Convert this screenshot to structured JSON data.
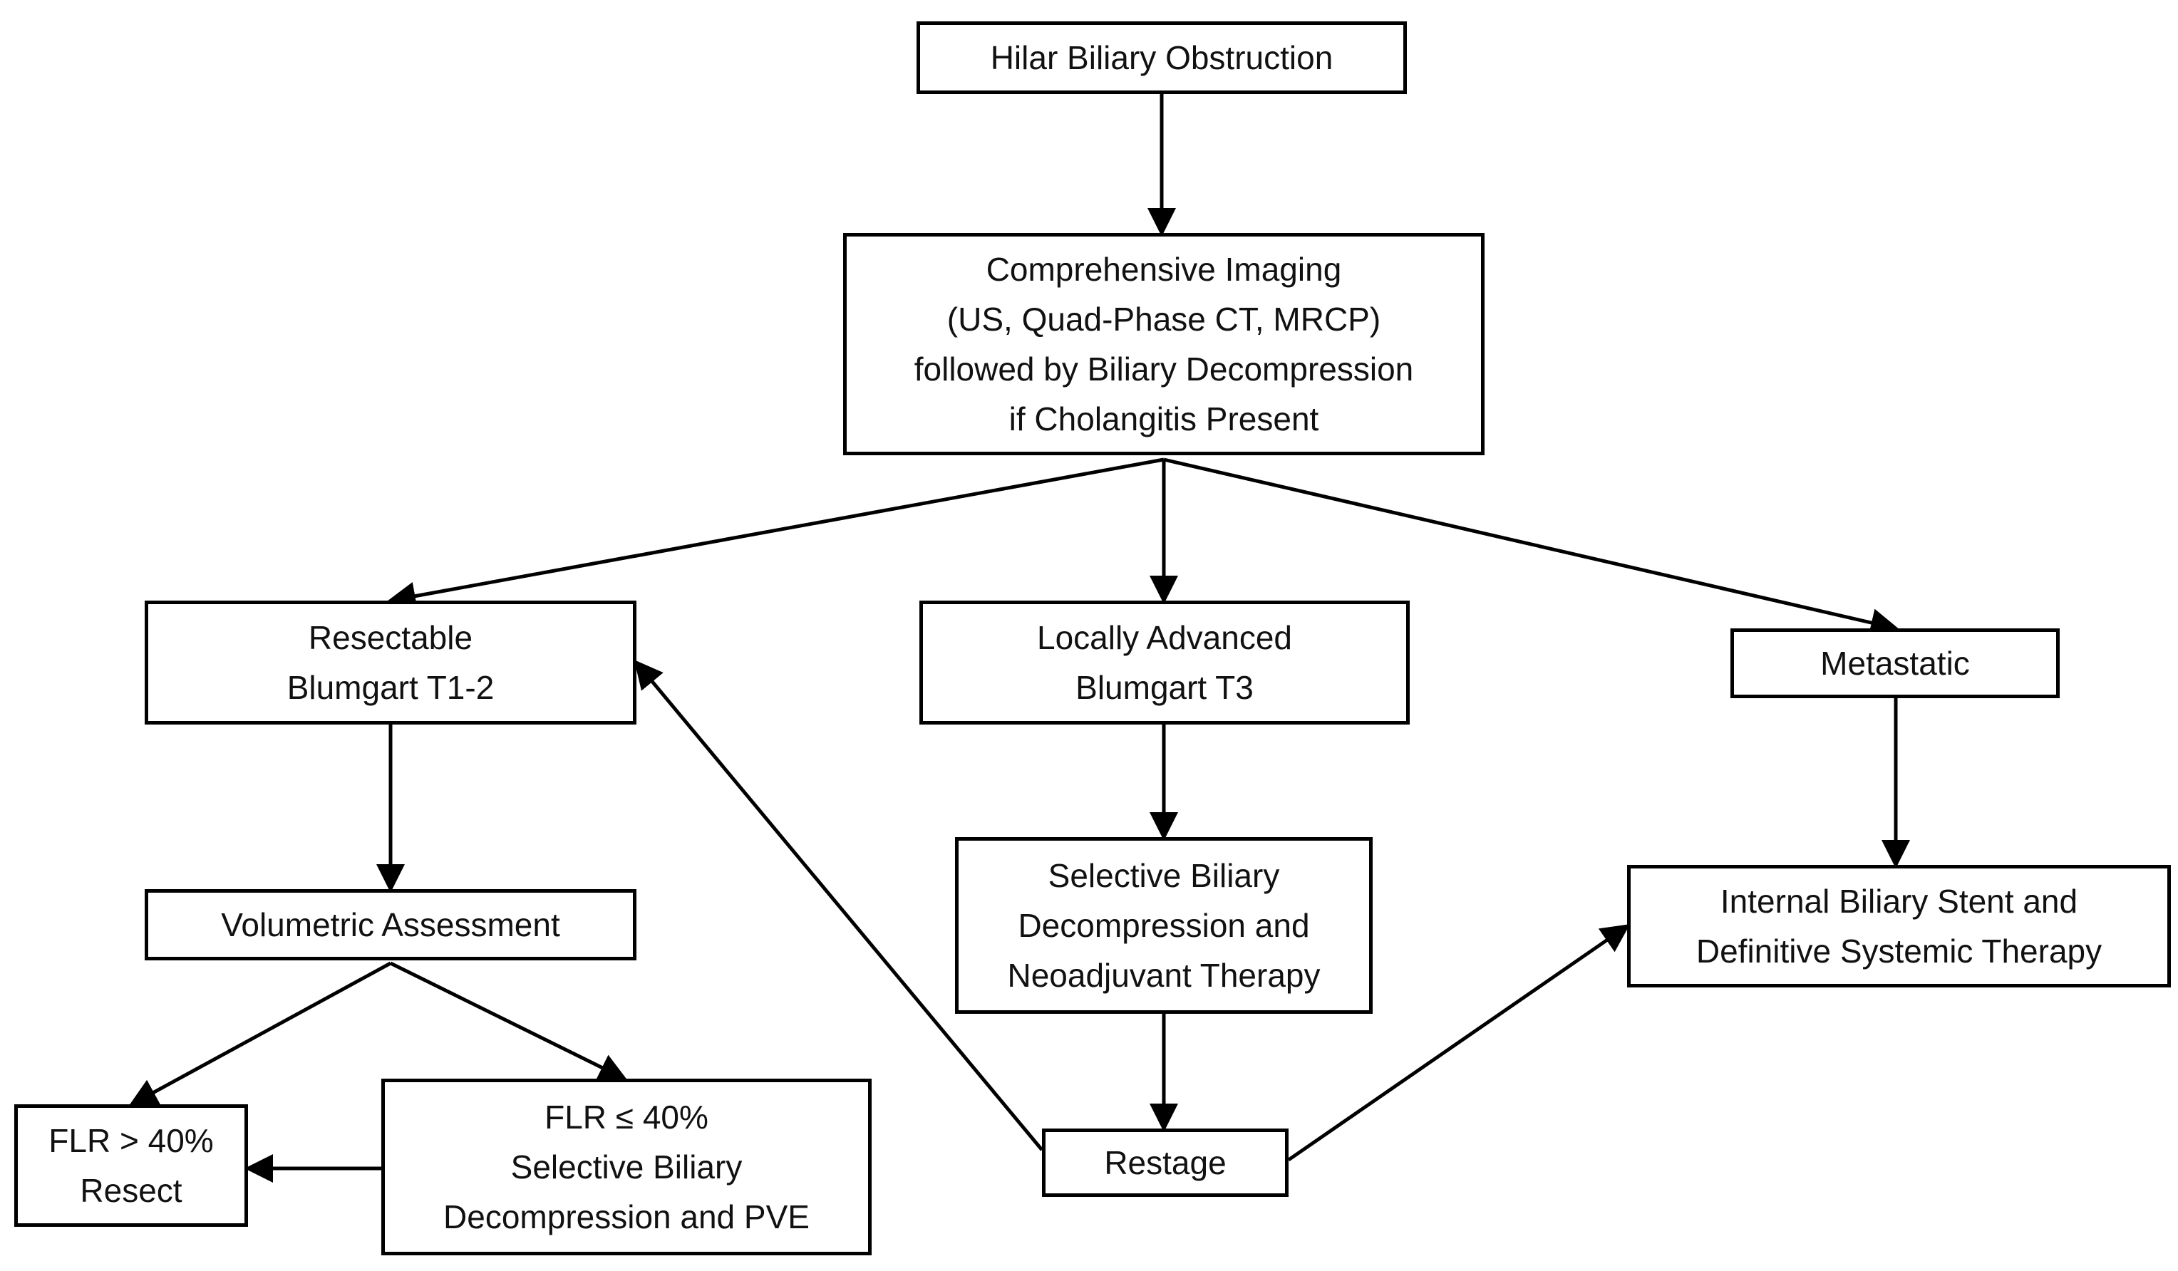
{
  "diagram": {
    "nodes": {
      "hilar": {
        "lines": [
          "Hilar Biliary Obstruction"
        ]
      },
      "imaging": {
        "lines": [
          "Comprehensive Imaging",
          "(US, Quad-Phase CT, MRCP)",
          "followed by Biliary Decompression",
          "if Cholangitis Present"
        ]
      },
      "resectable": {
        "lines": [
          "Resectable",
          "Blumgart T1-2"
        ]
      },
      "locally_advanced": {
        "lines": [
          "Locally Advanced",
          "Blumgart T3"
        ]
      },
      "metastatic": {
        "lines": [
          "Metastatic"
        ]
      },
      "volumetric": {
        "lines": [
          "Volumetric Assessment"
        ]
      },
      "selective_neoadjuvant": {
        "lines": [
          "Selective Biliary",
          "Decompression and",
          "Neoadjuvant Therapy"
        ]
      },
      "internal_stent": {
        "lines": [
          "Internal Biliary Stent and",
          "Definitive Systemic Therapy"
        ]
      },
      "flr_gt": {
        "lines": [
          "FLR > 40%",
          "Resect"
        ]
      },
      "flr_le": {
        "lines": [
          "FLR ≤ 40%",
          "Selective Biliary",
          "Decompression and PVE"
        ]
      },
      "restage": {
        "lines": [
          "Restage"
        ]
      }
    },
    "edges": [
      {
        "from": "hilar",
        "to": "imaging"
      },
      {
        "from": "imaging",
        "to": "resectable"
      },
      {
        "from": "imaging",
        "to": "locally_advanced"
      },
      {
        "from": "imaging",
        "to": "metastatic"
      },
      {
        "from": "resectable",
        "to": "volumetric"
      },
      {
        "from": "volumetric",
        "to": "flr_gt"
      },
      {
        "from": "volumetric",
        "to": "flr_le"
      },
      {
        "from": "flr_le",
        "to": "flr_gt"
      },
      {
        "from": "locally_advanced",
        "to": "selective_neoadjuvant"
      },
      {
        "from": "selective_neoadjuvant",
        "to": "restage"
      },
      {
        "from": "restage",
        "to": "resectable"
      },
      {
        "from": "restage",
        "to": "internal_stent"
      },
      {
        "from": "metastatic",
        "to": "internal_stent"
      }
    ]
  }
}
